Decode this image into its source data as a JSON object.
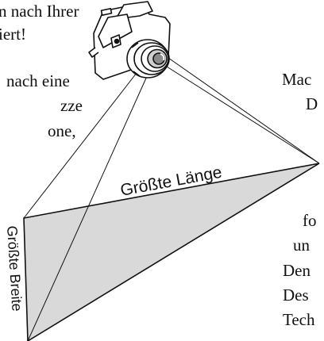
{
  "left_text": {
    "line1": "n nach Ihrer",
    "line2": "iert!",
    "line3": "nach eine",
    "line4": "zze",
    "line5": "one,"
  },
  "right_text": {
    "line1": "Mac",
    "line2": "D",
    "line3": "fo",
    "line4": "un",
    "line5": "Den",
    "line6": "Des",
    "line7": "Tech"
  },
  "diagram": {
    "length_label": "Größte Länge",
    "width_label": "Größte Breite",
    "plane_fill": "#d9d9d9"
  }
}
